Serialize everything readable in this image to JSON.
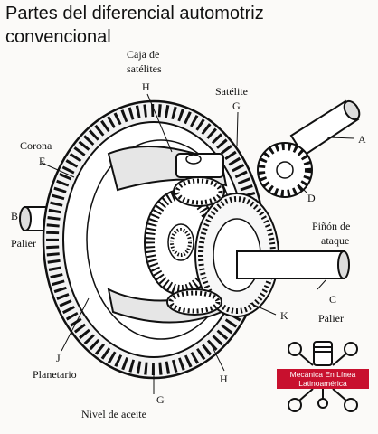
{
  "title": "Partes del diferencial automotriz convencional",
  "labels": {
    "caja_line1": "Caja de",
    "caja_line2": "satélites",
    "H_top": "H",
    "satelite": "Satélite",
    "G_top": "G",
    "A": "A",
    "corona": "Corona",
    "E": "E",
    "B": "B",
    "palier_left": "Palier",
    "D": "D",
    "pinon_line1": "Piñón de",
    "pinon_line2": "ataque",
    "C": "C",
    "palier_right": "Palier",
    "K": "K",
    "J": "J",
    "planetario": "Planetario",
    "H_bottom": "H",
    "G_bottom": "G",
    "nivel": "Nivel de aceite"
  },
  "badge": {
    "line1": "Mecánica En Línea",
    "line2": "Latinoamérica"
  },
  "colors": {
    "ink": "#111111",
    "badge_red": "#c8102e",
    "metal": "#e9e9e9"
  }
}
